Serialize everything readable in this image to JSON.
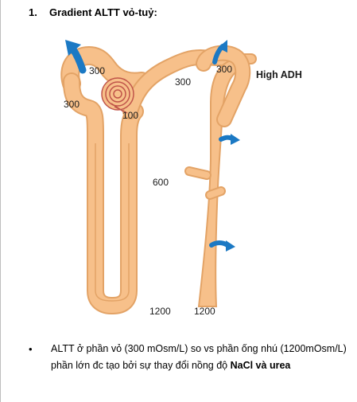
{
  "heading": {
    "number": "1.",
    "title": "Gradient ALTT vỏ-tuỷ:"
  },
  "figure": {
    "labels": {
      "loop_300_top": "300",
      "loop_300_left": "300",
      "loop_100": "100",
      "duct_300_mid": "300",
      "duct_300_top": "300",
      "high_adh": "High ADH",
      "val_600": "600",
      "val_1200_left": "1200",
      "val_1200_duct": "1200"
    },
    "colors": {
      "tubule": "#f7c08a",
      "tubule_edge": "#e3a366",
      "arrow": "#1b79c4",
      "macula": "#c0554a"
    }
  },
  "bullet": {
    "marker": "•",
    "text_part1": "ALTT ở phần vỏ (300 mOsm/L) so vs phần ống nhú (1200mOsm/L) phần lớn đc tạo bởi sự thay đổi nồng độ ",
    "text_bold": "NaCl và urea"
  }
}
